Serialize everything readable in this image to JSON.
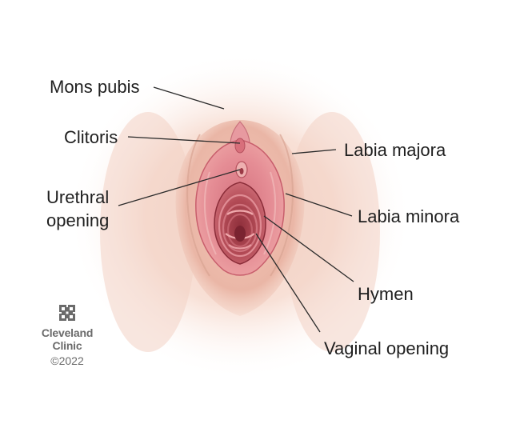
{
  "labels": {
    "mons_pubis": "Mons pubis",
    "clitoris": "Clitoris",
    "urethral_opening_line1": "Urethral",
    "urethral_opening_line2": "opening",
    "labia_majora": "Labia majora",
    "labia_minora": "Labia minora",
    "hymen": "Hymen",
    "vaginal_opening": "Vaginal opening"
  },
  "brand": {
    "logo_icon": "cleveland-clinic-cross-logo",
    "name_line1": "Cleveland",
    "name_line2": "Clinic",
    "copyright": "©2022"
  },
  "colors": {
    "skin": "#f6dcd0",
    "skin_shadow": "#e2b3a2",
    "labia_minora": "#e48a93",
    "inner_dark": "#a33d49",
    "leader_line": "#2a2a2a",
    "brand_gray": "#6b6b6b"
  }
}
